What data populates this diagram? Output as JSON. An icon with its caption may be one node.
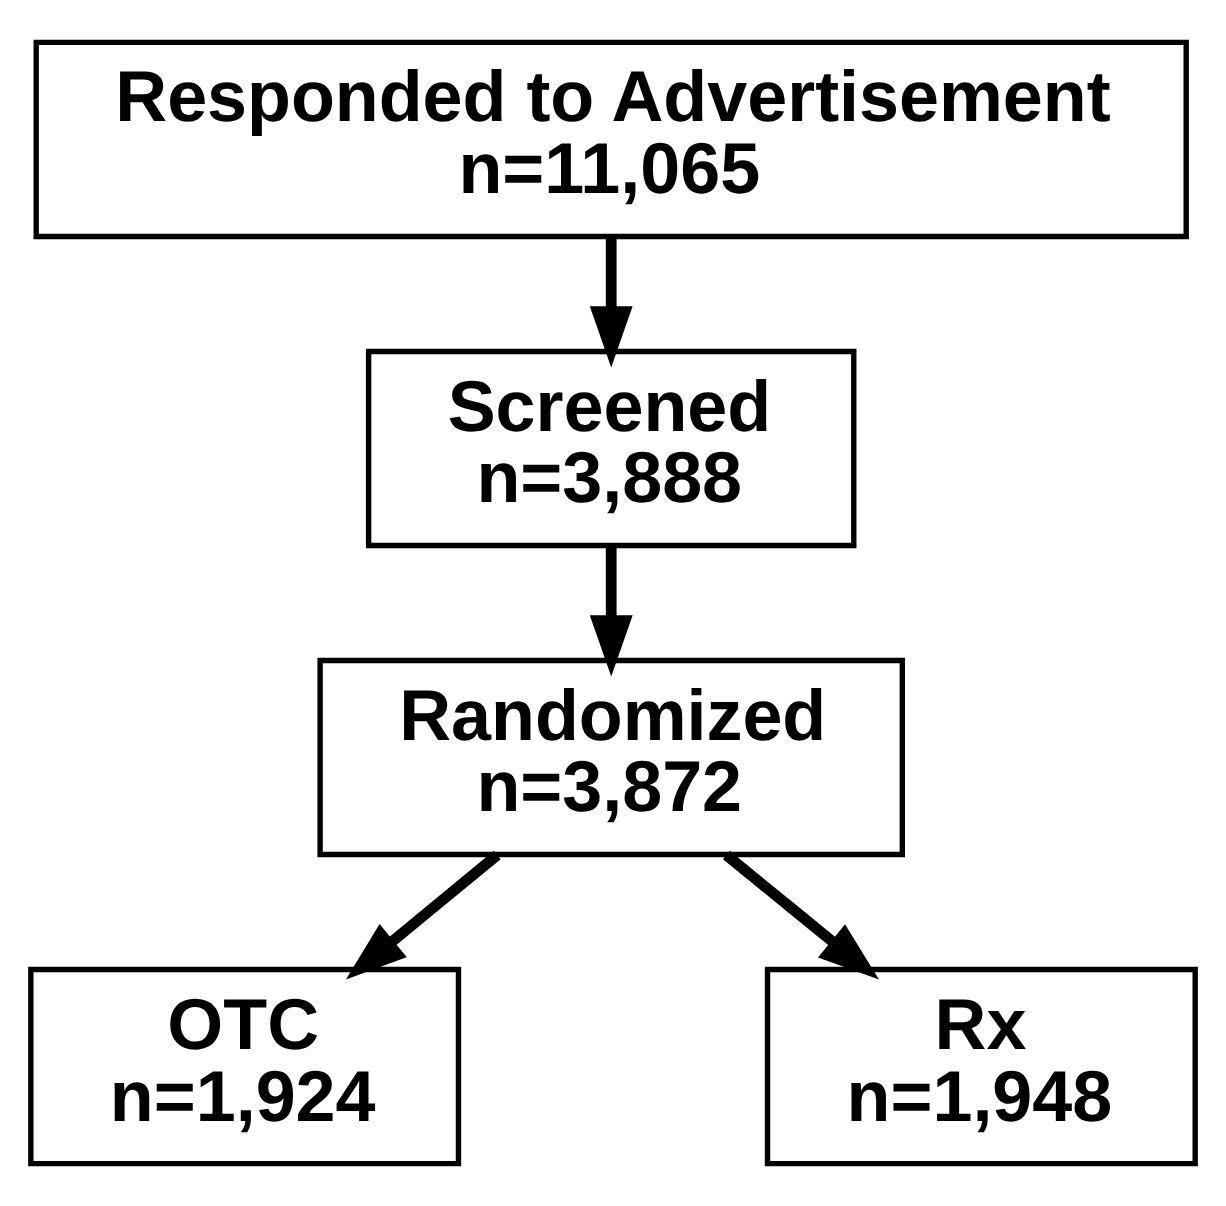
{
  "diagram": {
    "nodes": [
      {
        "text": [
          "Responded to Advertisement",
          "n=11,065"
        ]
      },
      {
        "text": [
          "Screened",
          "n=3,888"
        ]
      },
      {
        "text": [
          "Randomized",
          "n=3,872"
        ]
      },
      {
        "text": [
          "OTC",
          "n=1,924"
        ]
      },
      {
        "text": [
          "Rx",
          "n=1,948"
        ]
      }
    ],
    "edges": [
      {
        "from": 0,
        "to": 1,
        "arrow": "to"
      },
      {
        "from": 1,
        "to": 2,
        "arrow": "to"
      },
      {
        "from": 2,
        "to": 3,
        "arrow": "to"
      },
      {
        "from": 2,
        "to": 4,
        "arrow": "to"
      }
    ]
  }
}
